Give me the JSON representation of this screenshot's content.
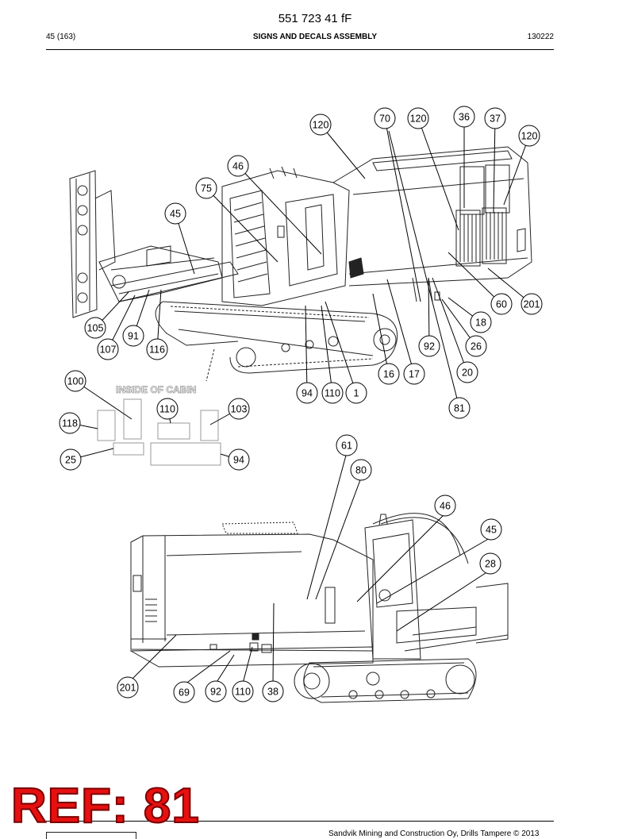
{
  "header": {
    "doc_number": "551 723 41 fF",
    "page": "45 (163)",
    "title": "SIGNS AND DECALS ASSEMBLY",
    "date": "130222"
  },
  "upper_view": {
    "cabin_note": "INSIDE OF CABIN",
    "callouts": [
      "120",
      "70",
      "120",
      "36",
      "37",
      "120",
      "46",
      "75",
      "45",
      "60",
      "201",
      "18",
      "26",
      "92",
      "20",
      "105",
      "91",
      "107",
      "116",
      "16",
      "17",
      "94",
      "110",
      "1",
      "81",
      "100",
      "110",
      "103",
      "118",
      "25",
      "94"
    ]
  },
  "lower_view": {
    "callouts": [
      "61",
      "80",
      "46",
      "45",
      "28",
      "201",
      "69",
      "92",
      "110",
      "38"
    ]
  },
  "watermark": "REF: 81",
  "footer": {
    "copyright": "Sandvik Mining and Construction Oy, Drills Tampere © 2013"
  }
}
